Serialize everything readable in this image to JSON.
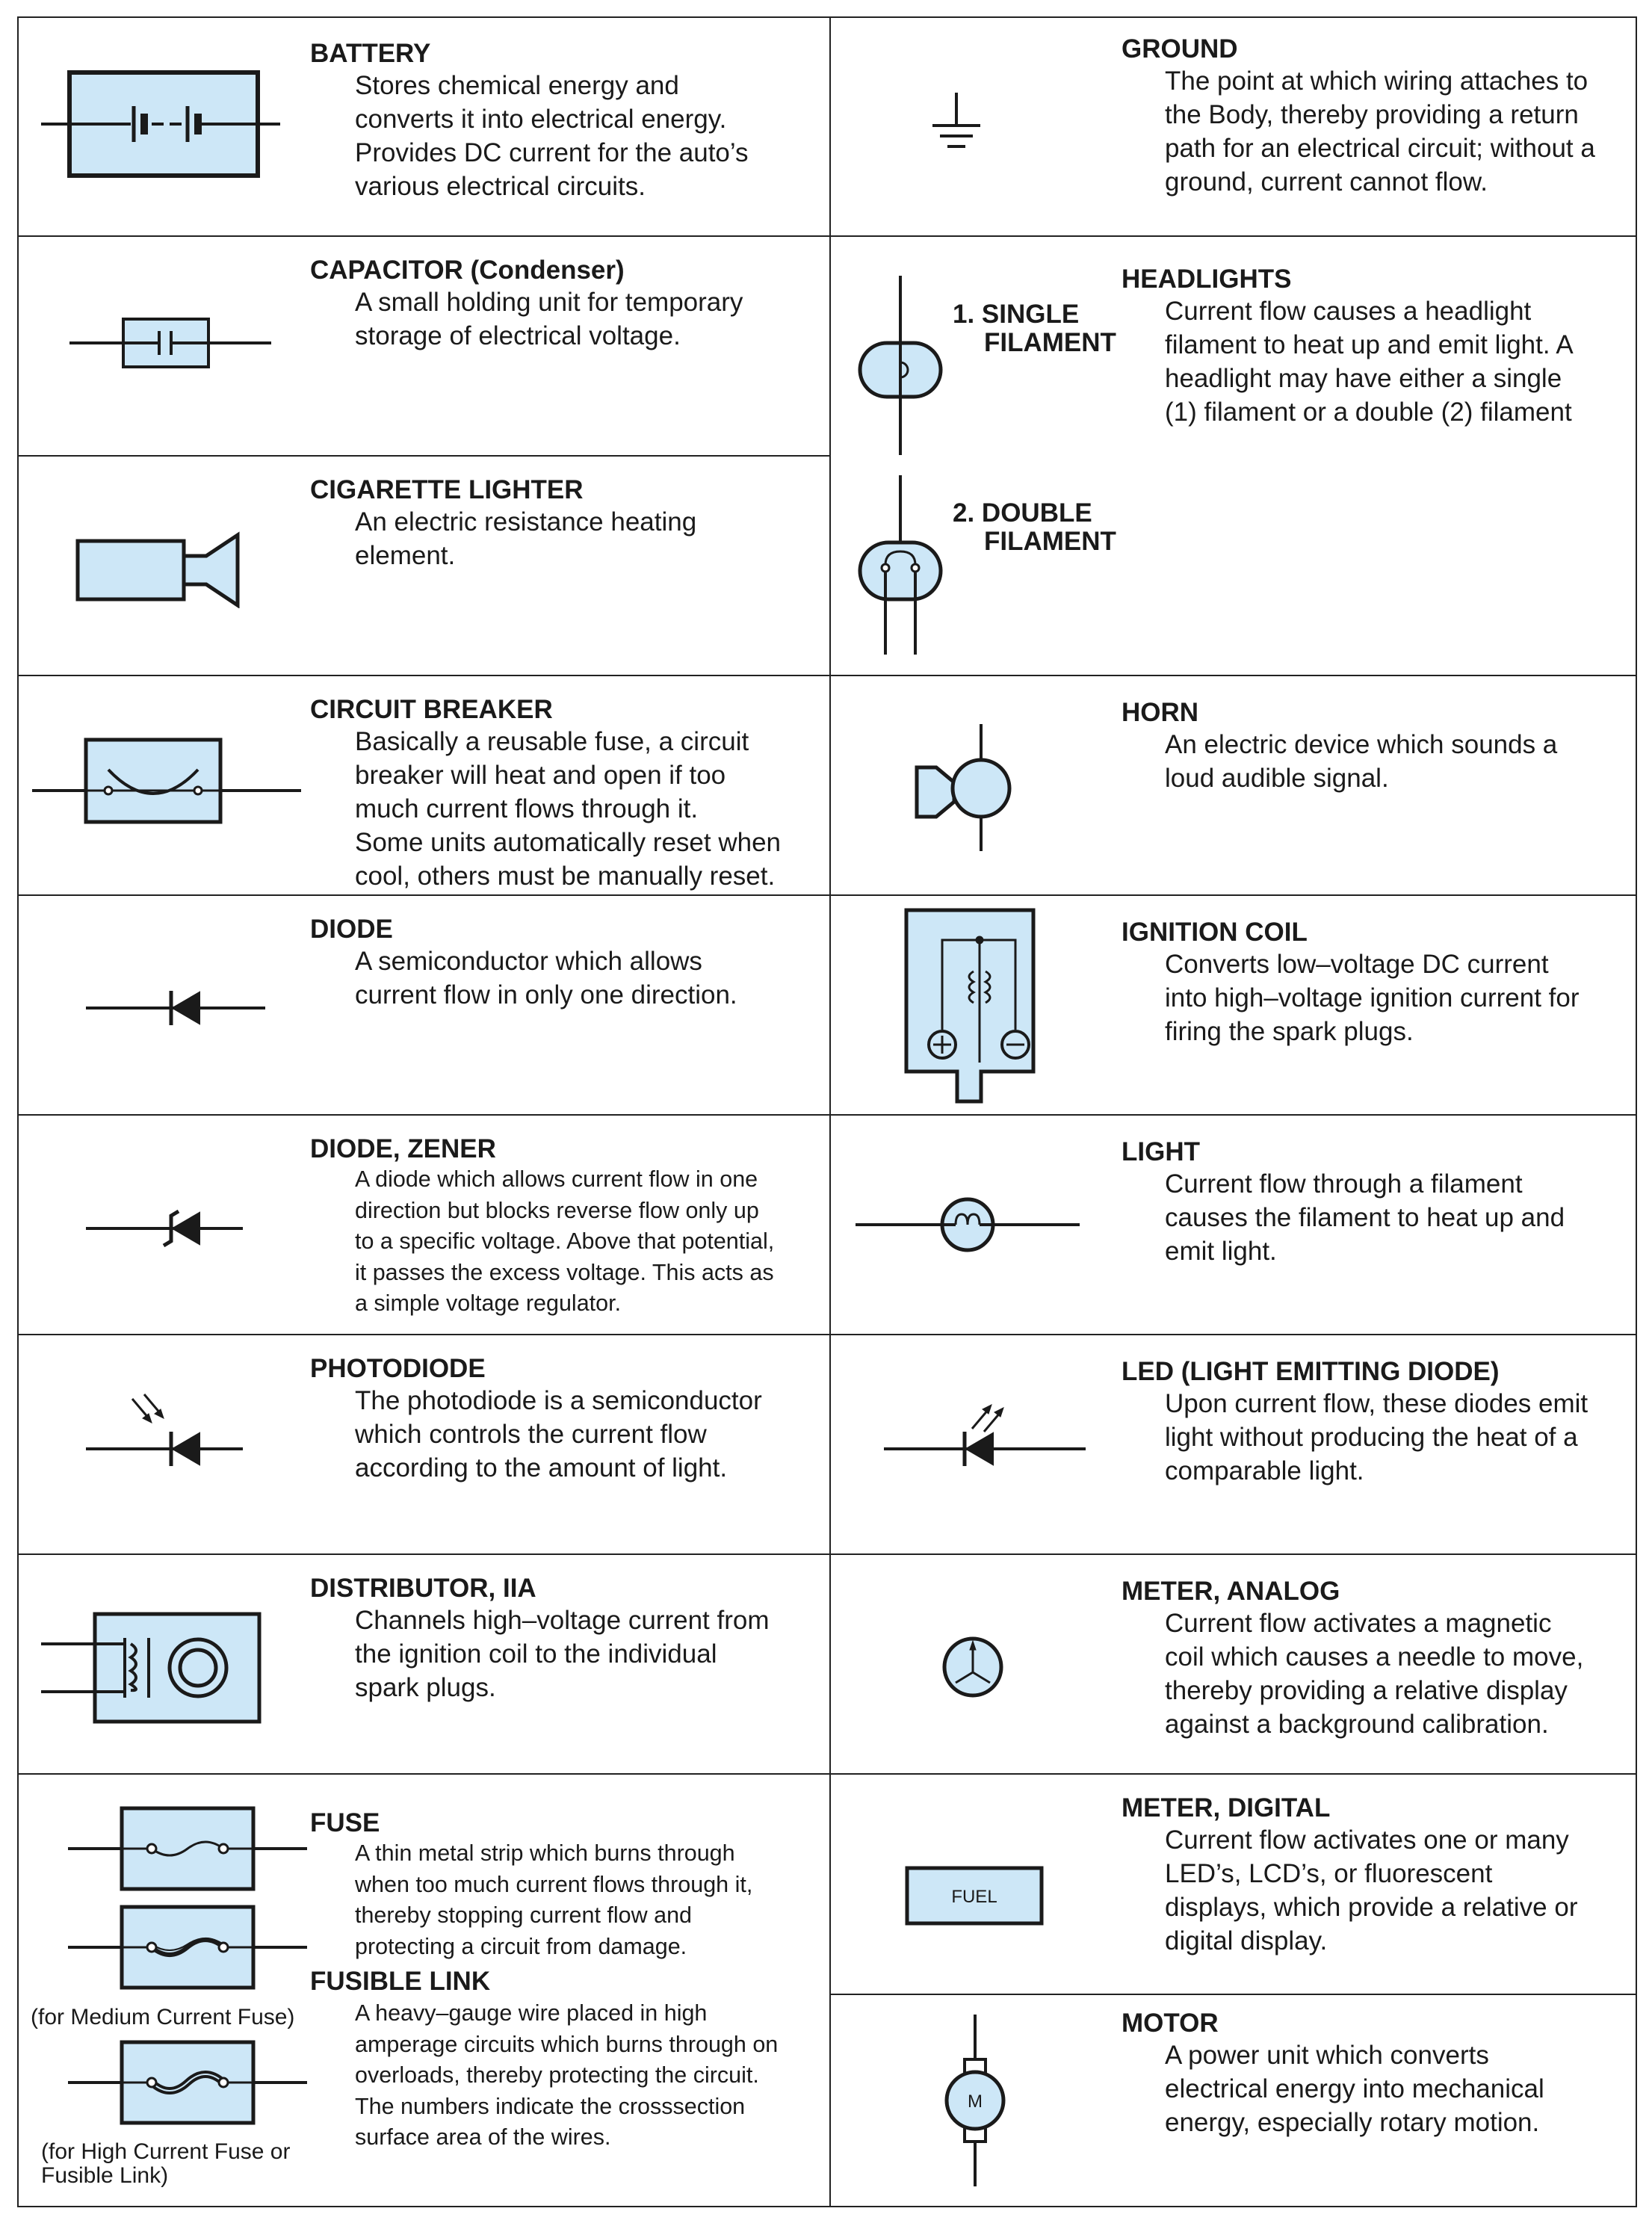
{
  "colors": {
    "symbol_fill": "#cde7f7",
    "line": "#1a1a1a"
  },
  "left": [
    {
      "icon": "battery-icon",
      "title": "BATTERY",
      "lines": [
        "Stores chemical energy and",
        "converts it into electrical energy.",
        "Provides DC current for the auto’s",
        "various electrical circuits."
      ]
    },
    {
      "icon": "capacitor-icon",
      "title": "CAPACITOR (Condenser)",
      "lines": [
        "A small holding unit for temporary",
        "storage of electrical voltage."
      ]
    },
    {
      "icon": "cigarette-lighter-icon",
      "title": "CIGARETTE LIGHTER",
      "lines": [
        "An electric resistance heating",
        "element."
      ]
    },
    {
      "icon": "circuit-breaker-icon",
      "title": "CIRCUIT BREAKER",
      "lines": [
        "Basically a reusable fuse, a circuit",
        "breaker will heat and open if too",
        "much current flows through it.",
        "Some units automatically reset when",
        "cool, others must be manually reset."
      ]
    },
    {
      "icon": "diode-icon",
      "title": "DIODE",
      "lines": [
        "A semiconductor which allows",
        "current flow in only one direction."
      ]
    },
    {
      "icon": "zener-diode-icon",
      "title": "DIODE, ZENER",
      "lines": [
        "A diode which allows current flow in one",
        "direction but blocks reverse flow only up",
        "to a specific voltage. Above that potential,",
        "it passes the excess voltage. This acts as",
        "a simple voltage regulator."
      ]
    },
    {
      "icon": "photodiode-icon",
      "title": "PHOTODIODE",
      "lines": [
        "The photodiode is a semiconductor",
        "which controls the current flow",
        "according to the amount of light."
      ]
    },
    {
      "icon": "distributor-icon",
      "title": "DISTRIBUTOR, IIA",
      "lines": [
        "Channels high–voltage current from",
        "the ignition coil to the individual",
        "spark plugs."
      ]
    },
    {
      "icon": "fuse-icon",
      "title": "FUSE",
      "lines": [
        "A thin metal strip which burns through",
        "when too much current flows through it,",
        "thereby stopping current flow and",
        "protecting a circuit from damage."
      ]
    },
    {
      "icon": "fusible-link-icon",
      "title": "FUSIBLE LINK",
      "lines": [
        "A heavy–gauge wire placed in high",
        "amperage circuits which burns through on",
        "overloads, thereby protecting the circuit.",
        "The numbers indicate the crosssection",
        "surface area of the wires."
      ]
    }
  ],
  "fuse_captions": {
    "medium": "(for Medium Current Fuse)",
    "high": [
      "(for High Current Fuse or",
      "Fusible Link)"
    ]
  },
  "right": [
    {
      "icon": "ground-icon",
      "title": "GROUND",
      "lines": [
        "The point at which wiring attaches to",
        "the Body, thereby providing a return",
        "path for an electrical circuit; without a",
        "ground, current cannot flow."
      ]
    },
    {
      "icon": "headlight-icon",
      "title": "HEADLIGHTS",
      "lines": [
        "Current flow causes a headlight",
        "filament to heat up and emit light. A",
        "headlight may have either a single",
        "(1) filament or a double (2) filament"
      ]
    },
    {
      "icon": "horn-icon",
      "title": "HORN",
      "lines": [
        "An electric device which sounds a",
        "loud audible signal."
      ]
    },
    {
      "icon": "ignition-coil-icon",
      "title": "IGNITION COIL",
      "lines": [
        "Converts low–voltage DC current",
        "into high–voltage ignition current for",
        "firing the spark plugs."
      ]
    },
    {
      "icon": "light-icon",
      "title": "LIGHT",
      "lines": [
        "Current flow through a filament",
        "causes the filament to heat up and",
        "emit light."
      ]
    },
    {
      "icon": "led-icon",
      "title": "LED (LIGHT EMITTING DIODE)",
      "lines": [
        "Upon current flow, these diodes emit",
        "light without producing the heat of a",
        "comparable light."
      ]
    },
    {
      "icon": "analog-meter-icon",
      "title": "METER, ANALOG",
      "lines": [
        "Current flow activates a magnetic",
        "coil which causes a needle to move,",
        "thereby providing a relative display",
        "against a background calibration."
      ]
    },
    {
      "icon": "digital-meter-icon",
      "title": "METER, DIGITAL",
      "lines": [
        "Current flow activates one or many",
        "LED’s, LCD’s, or fluorescent",
        "displays, which provide a relative or",
        "digital display."
      ]
    },
    {
      "icon": "motor-icon",
      "title": "MOTOR",
      "lines": [
        "A power unit which converts",
        "electrical energy into mechanical",
        "energy, especially rotary motion."
      ]
    }
  ],
  "headlight_labels": {
    "single": [
      "1. SINGLE",
      "FILAMENT"
    ],
    "double": [
      "2. DOUBLE",
      "FILAMENT"
    ]
  },
  "digital_meter_text": "FUEL",
  "motor_text": "M"
}
